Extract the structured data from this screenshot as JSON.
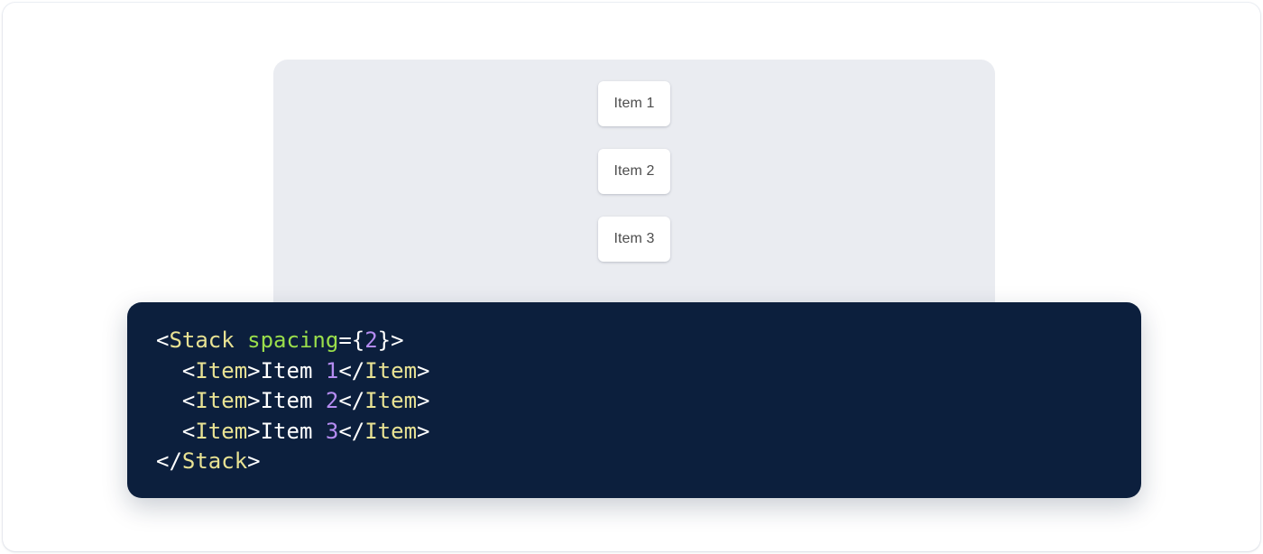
{
  "colors": {
    "page_background": "#ffffff",
    "card_background": "#ffffff",
    "preview_panel_background": "#eaecf1",
    "item_background": "#ffffff",
    "item_text": "#4d4d4d",
    "code_background": "#0c1f3d",
    "code_default_text": "#ffffff",
    "code_tag": "#e8e293",
    "code_attribute": "#9ade4b",
    "code_number": "#b58cf2"
  },
  "preview": {
    "component": "Stack",
    "items": [
      {
        "label": "Item 1"
      },
      {
        "label": "Item 2"
      },
      {
        "label": "Item 3"
      }
    ]
  },
  "code": {
    "language": "jsx",
    "lines": [
      {
        "indent": "",
        "tokens": [
          {
            "text": "<",
            "type": "punct"
          },
          {
            "text": "Stack",
            "type": "tag"
          },
          {
            "text": " ",
            "type": "punct"
          },
          {
            "text": "spacing",
            "type": "attr"
          },
          {
            "text": "={",
            "type": "punct"
          },
          {
            "text": "2",
            "type": "num"
          },
          {
            "text": "}>",
            "type": "punct"
          }
        ]
      },
      {
        "indent": "  ",
        "tokens": [
          {
            "text": "<",
            "type": "punct"
          },
          {
            "text": "Item",
            "type": "tag"
          },
          {
            "text": ">",
            "type": "punct"
          },
          {
            "text": "Item ",
            "type": "text"
          },
          {
            "text": "1",
            "type": "num"
          },
          {
            "text": "</",
            "type": "punct"
          },
          {
            "text": "Item",
            "type": "tag"
          },
          {
            "text": ">",
            "type": "punct"
          }
        ]
      },
      {
        "indent": "  ",
        "tokens": [
          {
            "text": "<",
            "type": "punct"
          },
          {
            "text": "Item",
            "type": "tag"
          },
          {
            "text": ">",
            "type": "punct"
          },
          {
            "text": "Item ",
            "type": "text"
          },
          {
            "text": "2",
            "type": "num"
          },
          {
            "text": "</",
            "type": "punct"
          },
          {
            "text": "Item",
            "type": "tag"
          },
          {
            "text": ">",
            "type": "punct"
          }
        ]
      },
      {
        "indent": "  ",
        "tokens": [
          {
            "text": "<",
            "type": "punct"
          },
          {
            "text": "Item",
            "type": "tag"
          },
          {
            "text": ">",
            "type": "punct"
          },
          {
            "text": "Item ",
            "type": "text"
          },
          {
            "text": "3",
            "type": "num"
          },
          {
            "text": "</",
            "type": "punct"
          },
          {
            "text": "Item",
            "type": "tag"
          },
          {
            "text": ">",
            "type": "punct"
          }
        ]
      },
      {
        "indent": "",
        "tokens": [
          {
            "text": "</",
            "type": "punct"
          },
          {
            "text": "Stack",
            "type": "tag"
          },
          {
            "text": ">",
            "type": "punct"
          }
        ]
      }
    ]
  }
}
